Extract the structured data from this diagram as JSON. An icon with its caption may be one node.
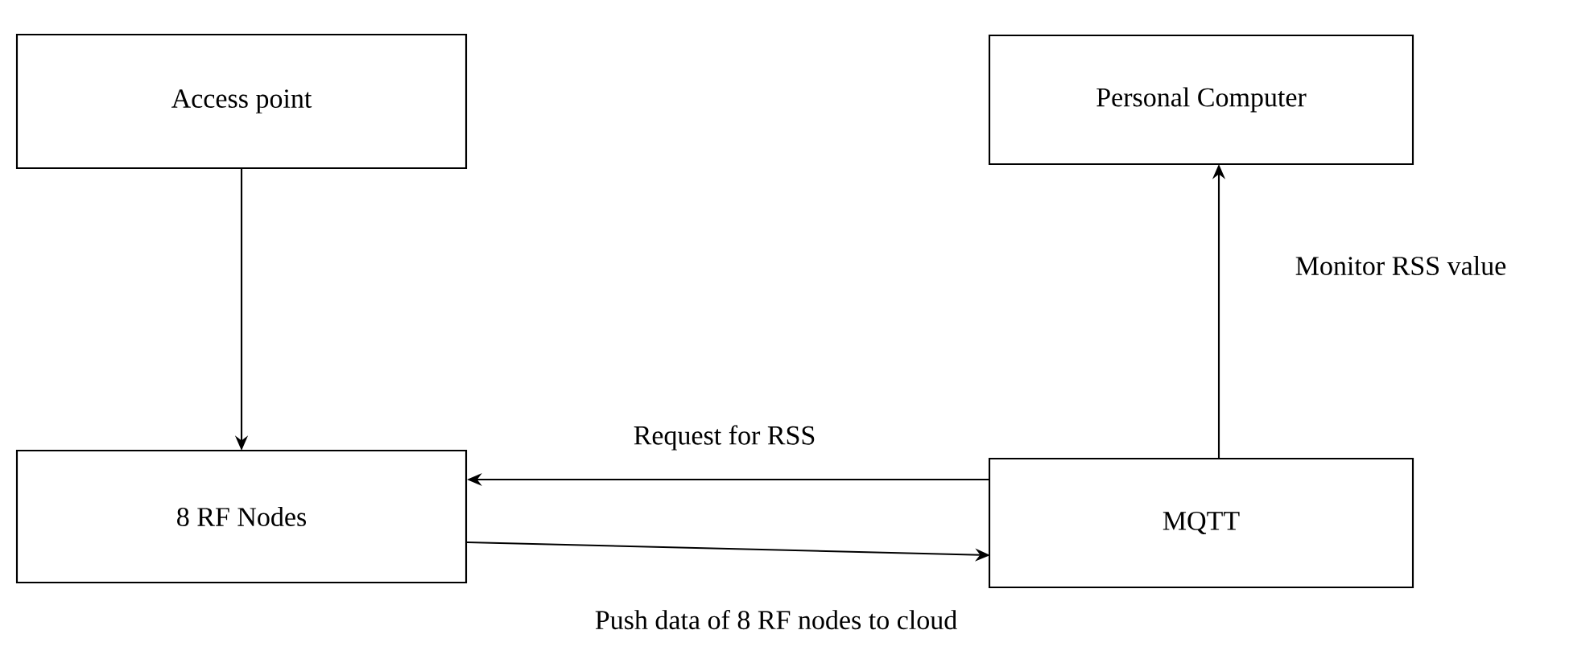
{
  "diagram": {
    "nodes": [
      {
        "text": [
          "Access point"
        ]
      },
      {
        "text": [
          "Personal Computer"
        ]
      },
      {
        "text": [
          "8 RF Nodes"
        ]
      },
      {
        "text": [
          "MQTT"
        ]
      }
    ],
    "edges": [
      {
        "from": 0,
        "to": 2,
        "arrow": "to"
      },
      {
        "from": 3,
        "to": 1,
        "arrow": "to",
        "label": "Monitor RSS value"
      },
      {
        "from": 3,
        "to": 2,
        "arrow": "to",
        "label": "Request for RSS"
      },
      {
        "from": 2,
        "to": 3,
        "arrow": "to",
        "label": "Push data of 8 RF nodes to cloud"
      }
    ]
  }
}
